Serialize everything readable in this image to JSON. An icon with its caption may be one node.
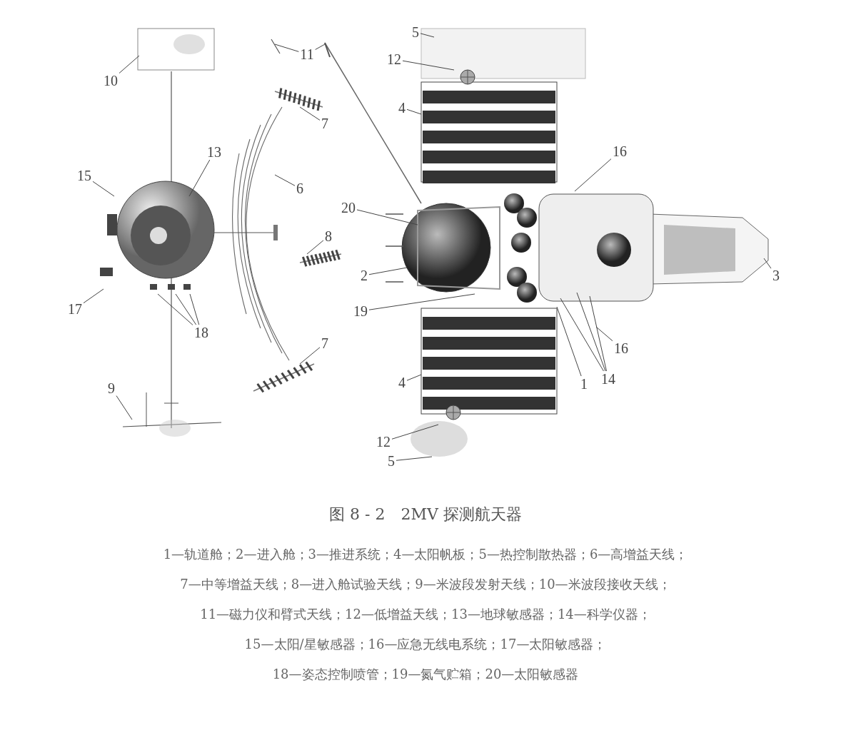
{
  "diagram": {
    "caption": "图 8 - 2　2MV 探测航天器",
    "nodes": [
      {
        "text": [
          "5"
        ]
      },
      {
        "text": [
          "12"
        ]
      },
      {
        "text": [
          "10"
        ]
      },
      {
        "text": [
          "11"
        ]
      },
      {
        "text": [
          "4"
        ]
      },
      {
        "text": [
          "7"
        ]
      },
      {
        "text": [
          "13"
        ]
      },
      {
        "text": [
          "16"
        ]
      },
      {
        "text": [
          "15"
        ]
      },
      {
        "text": [
          "6"
        ]
      },
      {
        "text": [
          "20"
        ]
      },
      {
        "text": [
          "8"
        ]
      },
      {
        "text": [
          "3"
        ]
      },
      {
        "text": [
          "2"
        ]
      },
      {
        "text": [
          "17"
        ]
      },
      {
        "text": [
          "19"
        ]
      },
      {
        "text": [
          "18"
        ]
      },
      {
        "text": [
          "16"
        ]
      },
      {
        "text": [
          "7"
        ]
      },
      {
        "text": [
          "4"
        ]
      },
      {
        "text": [
          "1"
        ]
      },
      {
        "text": [
          "14"
        ]
      },
      {
        "text": [
          "9"
        ]
      },
      {
        "text": [
          "12"
        ]
      },
      {
        "text": [
          "5"
        ]
      }
    ],
    "edges": [
      {
        "from": 0,
        "to": null,
        "arrow": "none"
      },
      {
        "from": 1,
        "to": null,
        "arrow": "none"
      },
      {
        "from": 2,
        "to": null,
        "arrow": "none"
      },
      {
        "from": 3,
        "to": null,
        "arrow": "none"
      },
      {
        "from": 3,
        "to": null,
        "arrow": "none"
      },
      {
        "from": 4,
        "to": null,
        "arrow": "none"
      },
      {
        "from": 5,
        "to": null,
        "arrow": "none"
      },
      {
        "from": 6,
        "to": null,
        "arrow": "none"
      },
      {
        "from": 7,
        "to": null,
        "arrow": "none"
      },
      {
        "from": 8,
        "to": null,
        "arrow": "none"
      },
      {
        "from": 9,
        "to": null,
        "arrow": "none"
      },
      {
        "from": 10,
        "to": null,
        "arrow": "none"
      },
      {
        "from": 11,
        "to": null,
        "arrow": "none"
      },
      {
        "from": 12,
        "to": null,
        "arrow": "none"
      },
      {
        "from": 13,
        "to": null,
        "arrow": "none"
      },
      {
        "from": 14,
        "to": null,
        "arrow": "none"
      },
      {
        "from": 15,
        "to": null,
        "arrow": "none"
      },
      {
        "from": 16,
        "to": null,
        "arrow": "none"
      },
      {
        "from": 16,
        "to": null,
        "arrow": "none"
      },
      {
        "from": 16,
        "to": null,
        "arrow": "none"
      },
      {
        "from": 17,
        "to": null,
        "arrow": "none"
      },
      {
        "from": 18,
        "to": null,
        "arrow": "none"
      },
      {
        "from": 19,
        "to": null,
        "arrow": "none"
      },
      {
        "from": 20,
        "to": null,
        "arrow": "none"
      },
      {
        "from": 21,
        "to": null,
        "arrow": "none"
      },
      {
        "from": 21,
        "to": null,
        "arrow": "none"
      },
      {
        "from": 21,
        "to": null,
        "arrow": "none"
      },
      {
        "from": 22,
        "to": null,
        "arrow": "none"
      },
      {
        "from": 23,
        "to": null,
        "arrow": "none"
      },
      {
        "from": 24,
        "to": null,
        "arrow": "none"
      }
    ],
    "labels": [
      "1—轨道舱；",
      "2—进入舱；",
      "3—推进系统；",
      "4—太阳帆板；",
      "5—热控制散热器；",
      "6—高增益天线；",
      "7—中等增益天线；",
      "8—进入舱试验天线；",
      "9—米波段发射天线；",
      "10—米波段接收天线；",
      "11—磁力仪和臂式天线；",
      "12—低增益天线；",
      "13—地球敏感器；",
      "14—科学仪器；",
      "15—太阳/星敏感器；",
      "16—应急无线电系统；",
      "17—太阳敏感器；",
      "18—姿态控制喷管；",
      "19—氮气贮箱；",
      "20—太阳敏感器"
    ]
  }
}
